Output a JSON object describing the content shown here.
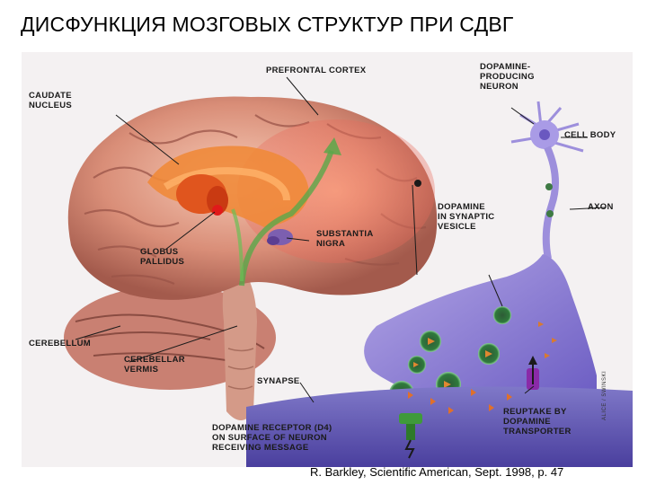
{
  "slide": {
    "title": "ДИСФУНКЦИЯ МОЗГОВЫХ СТРУКТУР ПРИ СДВГ",
    "citation": "R. Barkley, Scientific American, Sept. 1998, p. 47"
  },
  "figure": {
    "labels": {
      "prefrontal_cortex": "PREFRONTAL CORTEX",
      "dopamine_neuron_1": "DOPAMINE-",
      "dopamine_neuron_2": "PRODUCING",
      "dopamine_neuron_3": "NEURON",
      "caudate_1": "CAUDATE",
      "caudate_2": "NUCLEUS",
      "cell_body": "CELL BODY",
      "axon": "AXON",
      "vesicle_1": "DOPAMINE",
      "vesicle_2": "IN SYNAPTIC",
      "vesicle_3": "VESICLE",
      "substantia_1": "SUBSTANTIA",
      "substantia_2": "NIGRA",
      "globus_1": "GLOBUS",
      "globus_2": "PALLIDUS",
      "cerebellum": "CEREBELLUM",
      "vermis_1": "CEREBELLAR",
      "vermis_2": "VERMIS",
      "synapse": "SYNAPSE",
      "receptor_1": "DOPAMINE RECEPTOR (D4)",
      "receptor_2": "ON SURFACE OF NEURON",
      "receptor_3": "RECEIVING MESSAGE",
      "reuptake_1": "REUPTAKE BY",
      "reuptake_2": "DOPAMINE",
      "reuptake_3": "TRANSPORTER"
    },
    "artist_credit": "ALICE / SWINSKI"
  }
}
